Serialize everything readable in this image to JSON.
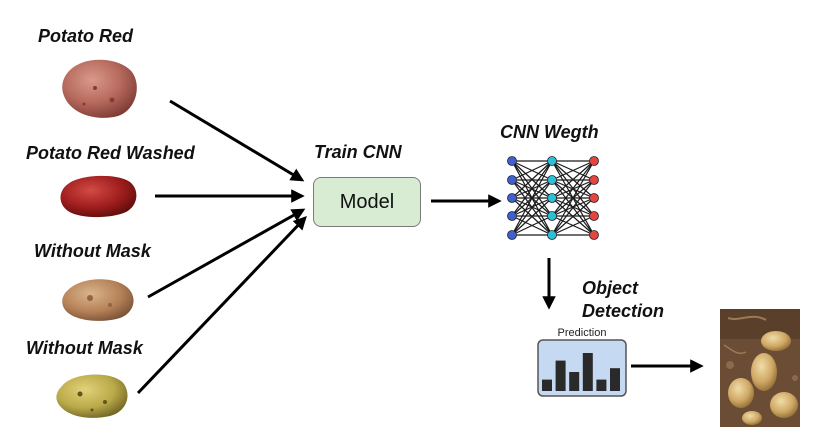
{
  "inputs": [
    {
      "label": "Potato Red"
    },
    {
      "label": "Potato Red Washed"
    },
    {
      "label": "Without Mask"
    },
    {
      "label": "Without Mask"
    }
  ],
  "train": {
    "title": "Train CNN",
    "box_label": "Model"
  },
  "weights": {
    "title": "CNN Wegth"
  },
  "detection": {
    "title_line1": "Object",
    "title_line2": "Detection"
  },
  "prediction": {
    "title": "Prediction",
    "bar_levels": [
      0.3,
      0.8,
      0.5,
      1.0,
      0.3,
      0.6
    ]
  },
  "colors": {
    "model_fill": "#d7ecd3",
    "prediction_fill": "#c5d9f3",
    "node_blue": "#3f5fd2",
    "node_cyan": "#2bc0d8",
    "node_red": "#e4453f"
  }
}
